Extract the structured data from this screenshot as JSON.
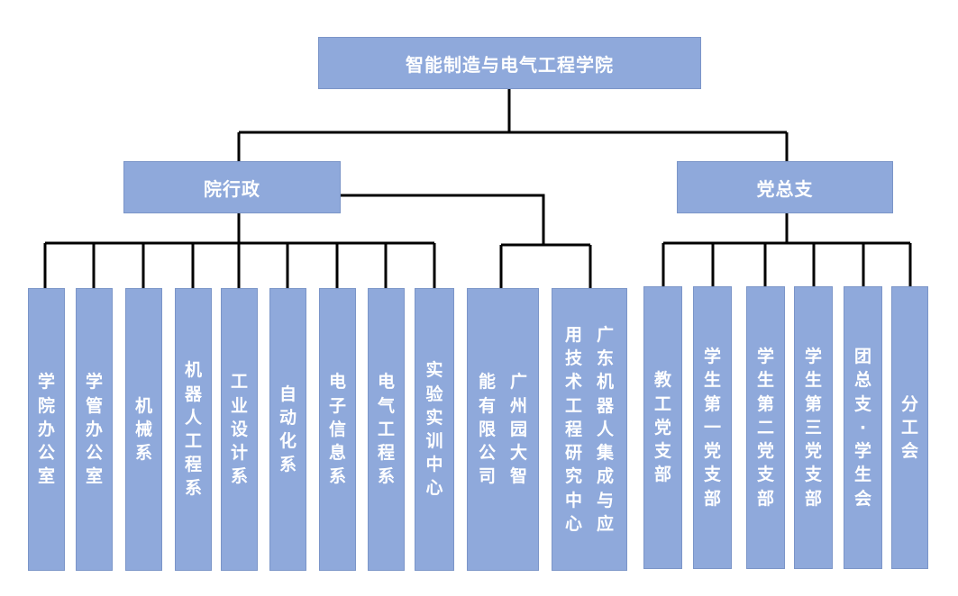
{
  "root": {
    "label": "智能制造与电气工程学院"
  },
  "admin": {
    "label": "院行政",
    "units": [
      "学院办公室",
      "学管办公室",
      "机械系",
      "机器人工程系",
      "工业设计系",
      "自动化系",
      "电子信息系",
      "电气工程系",
      "实验实训中心"
    ]
  },
  "companies": [
    {
      "columns": [
        "广州园大智",
        "能有限公司"
      ]
    },
    {
      "columns": [
        "广东机器人集成与应",
        "用技术工程研究中心"
      ]
    }
  ],
  "party": {
    "label": "党总支",
    "units": [
      "教工党支部",
      "学生第一党支部",
      "学生第二党支部",
      "学生第三党支部",
      "团总支·学生会",
      "分工会"
    ]
  },
  "colors": {
    "box_fill": "#8fa9db",
    "box_text": "#ffffff",
    "line": "#000000"
  }
}
